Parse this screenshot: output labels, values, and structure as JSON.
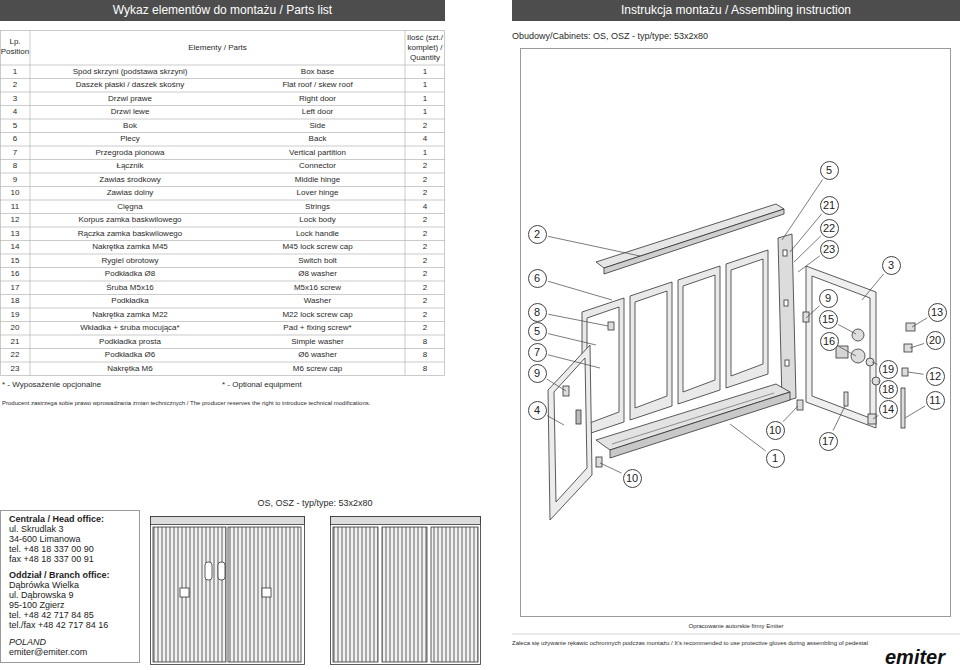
{
  "diagram": {
    "nodes": [
      {
        "text": [
          "Wykaz elementów do montażu / Parts list"
        ]
      },
      {
        "text": [
          "Instrukcja montażu / Assembling instruction"
        ]
      },
      {
        "text": [
          "5"
        ]
      },
      {
        "text": [
          "21"
        ]
      },
      {
        "text": [
          "22"
        ]
      },
      {
        "text": [
          "2"
        ]
      },
      {
        "text": [
          "23"
        ]
      },
      {
        "text": [
          "3"
        ]
      },
      {
        "text": [
          "6"
        ]
      },
      {
        "text": [
          "9"
        ]
      },
      {
        "text": [
          "8"
        ]
      },
      {
        "text": [
          "13"
        ]
      },
      {
        "text": [
          "15"
        ]
      },
      {
        "text": [
          "5"
        ]
      },
      {
        "text": [
          "20"
        ]
      },
      {
        "text": [
          "16"
        ]
      },
      {
        "text": [
          "7"
        ]
      },
      {
        "text": [
          "19"
        ]
      },
      {
        "text": [
          "9"
        ]
      },
      {
        "text": [
          "12"
        ]
      },
      {
        "text": [
          "18"
        ]
      },
      {
        "text": [
          "11"
        ]
      },
      {
        "text": [
          "14"
        ]
      },
      {
        "text": [
          "4"
        ]
      },
      {
        "text": [
          "10"
        ]
      },
      {
        "text": [
          "17"
        ]
      },
      {
        "text": [
          "1"
        ]
      },
      {
        "text": [
          "10"
        ]
      },
      {
        "text": [
          "Centrala / Head office:",
          "ul. Skrudlak 3",
          "34-600 Limanowa",
          "tel. +48 18 337 00 90",
          "fax +48 18 337 00 91",
          "Oddział / Branch office:",
          "Dąbrówka Wielka",
          "ul. Dąbrowska 9",
          "95-100 Zgierz",
          "tel.    +48 42 717 84 85",
          "tel./fax +48 42 717 84 16",
          "POLAND",
          "emiter@emiter.com"
        ]
      }
    ],
    "labels": [
      "Lp. Position",
      "Elementy / Parts",
      "Ilość (szt./ komplet) / Quantity",
      "1",
      "Spód skrzyni (podstawa skrzyni)",
      "Box base",
      "1",
      "2",
      "Daszek płaski / daszek skośny",
      "Flat roof / skew roof",
      "1",
      "3",
      "Drzwi prawe",
      "Right door",
      "1",
      "4",
      "Drzwi lewe",
      "Left door",
      "1",
      "5",
      "Bok",
      "Side",
      "2",
      "6",
      "Plecy",
      "Back",
      "4",
      "7",
      "Przegroda pionowa",
      "Vertical partition",
      "1",
      "8",
      "Łącznik",
      "Connector",
      "2",
      "9",
      "Zawias środkowy",
      "Middle hinge",
      "2",
      "10",
      "Zawias dolny",
      "Lover hinge",
      "2",
      "11",
      "Cięgna",
      "Strings",
      "4",
      "12",
      "Korpus zamka baskwilowego",
      "Lock body",
      "2",
      "13",
      "Rączka zamka baskwilowego",
      "Lock handle",
      "2",
      "14",
      "Nakrętka zamka M45",
      "M45 lock screw cap",
      "2",
      "15",
      "Rygiel obrotowy",
      "Switch bolt",
      "2",
      "16",
      "Podkładka Ø8",
      "Ø8 washer",
      "2",
      "17",
      "Śruba M5x16",
      "M5x16 screw",
      "2",
      "18",
      "Podkładka",
      "Washer",
      "2",
      "19",
      "Nakrętka zamka M22",
      "M22 lock screw cap",
      "2",
      "20",
      "Wkładka + śruba mocująca*",
      "Pad + fixing screw*",
      "2",
      "21",
      "Podkładka prosta",
      "Simple washer",
      "8",
      "22",
      "Podkładka Ø6",
      "Ø6 washer",
      "8",
      "23",
      "Nakrętka M6",
      "M6 screw cap",
      "8",
      "* - Wyposażenie opcjonalne",
      "* - Optional equipment",
      "Producent zastrzega sobie prawo wprowadzania zmian technicznych / The producer reserves the right to introduce technical modifications.",
      "Obudowy/Cabinets: OS, OSZ - typ/type: 53x2x80",
      "OS, OSZ - typ/type: 53x2x80",
      "Opracowanie autorskie firmy Emiter",
      "Zaleca się używanie rękawic ochronnych podczas montażu / It's recommended to use protective gloves during assembling of pedestal",
      "emiter"
    ]
  }
}
